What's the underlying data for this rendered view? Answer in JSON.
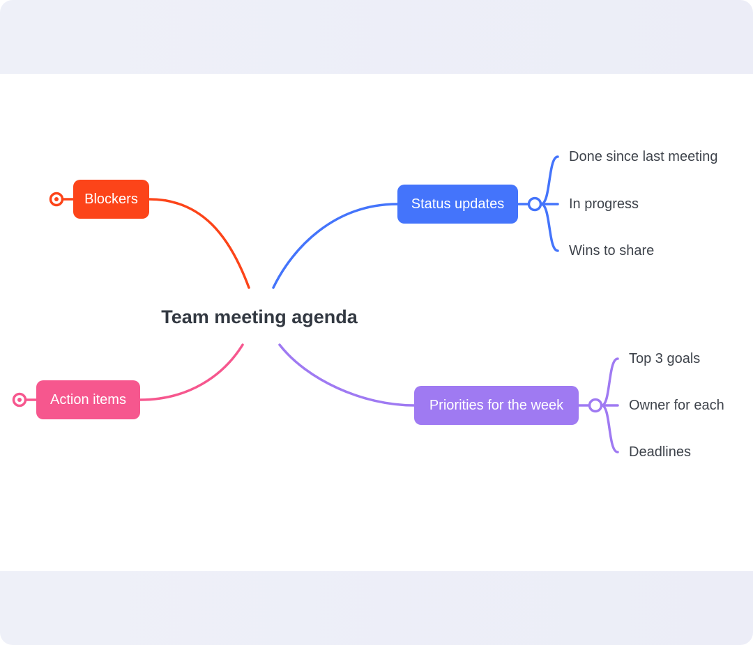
{
  "root": {
    "label": "Team meeting agenda"
  },
  "branches": {
    "blockers": {
      "label": "Blockers",
      "color": "#fc4419"
    },
    "action_items": {
      "label": "Action items",
      "color": "#f6578e"
    },
    "status_updates": {
      "label": "Status updates",
      "color": "#4474fb",
      "children": [
        "Done since last meeting",
        "In progress",
        "Wins to share"
      ]
    },
    "priorities": {
      "label": "Priorities for the week",
      "color": "#9f7af2",
      "children": [
        "Top 3 goals",
        "Owner for each",
        "Deadlines"
      ]
    }
  }
}
